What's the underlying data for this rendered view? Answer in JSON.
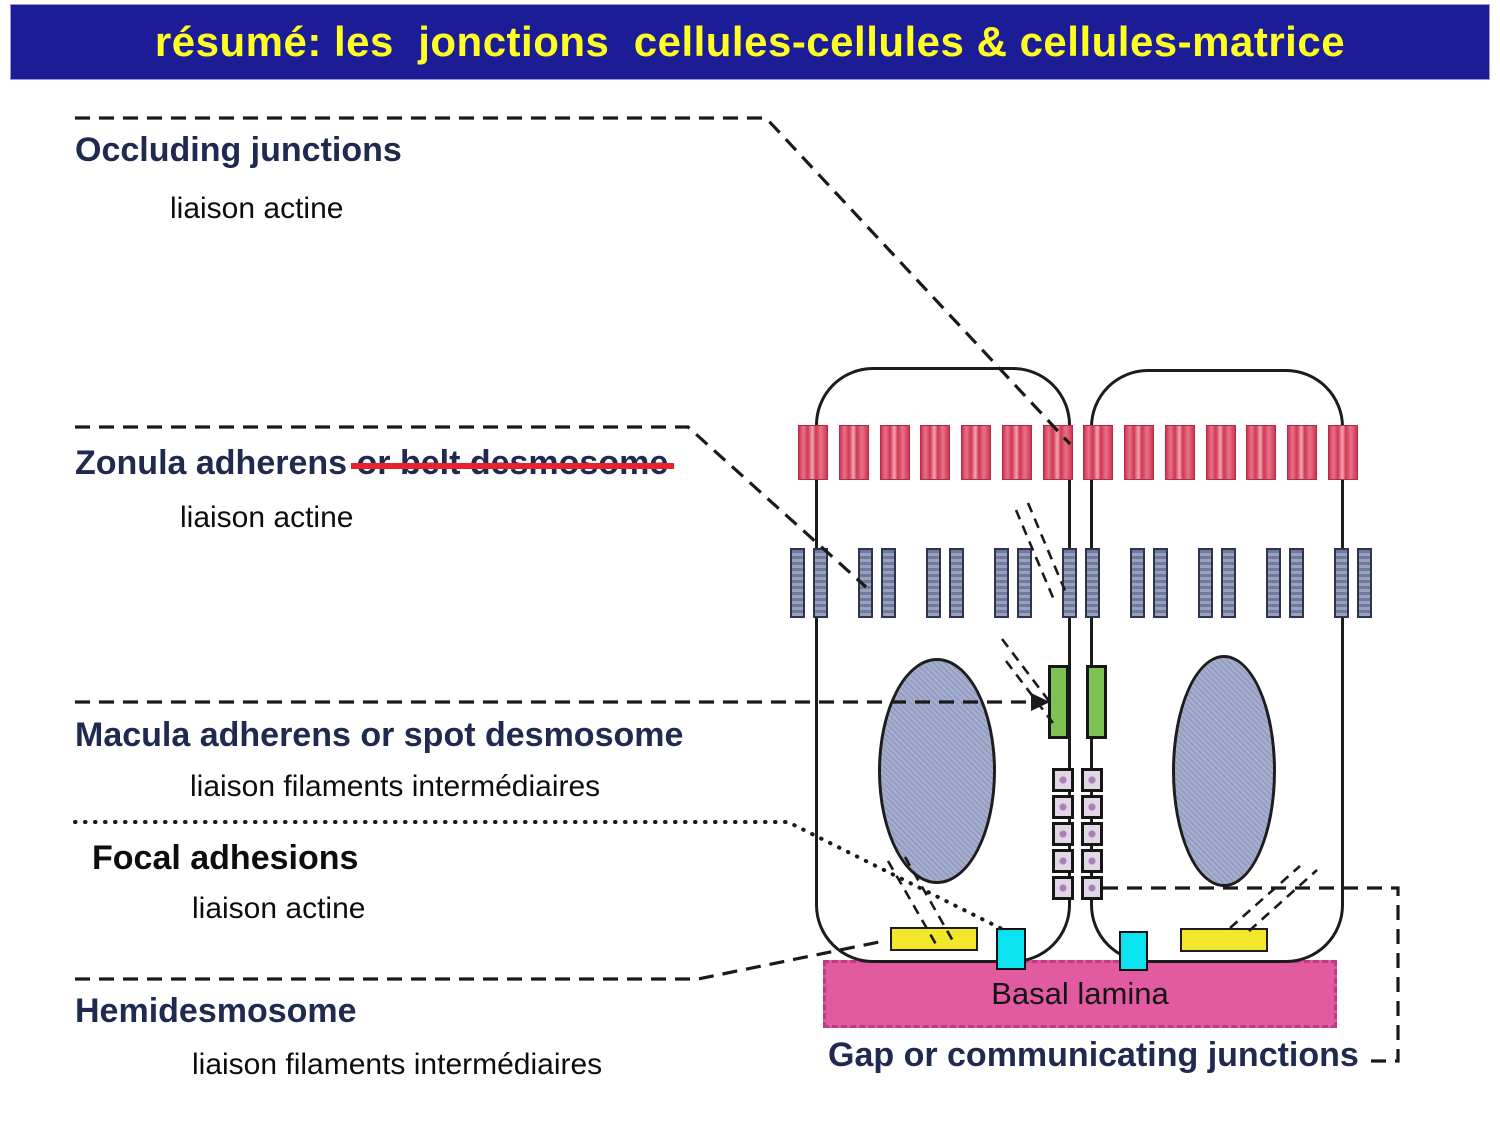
{
  "title": "résumé: les  jonctions  cellules-cellules & cellules-matrice",
  "labels": {
    "occluding": {
      "title": "Occluding junctions",
      "subtitle": "liaison actine"
    },
    "zonula": {
      "title_main": "Zonula adherens ",
      "title_struck": "or belt desmosome",
      "subtitle": "liaison actine"
    },
    "macula": {
      "title": "Macula adherens or spot desmosome",
      "subtitle": "liaison filaments intermédiaires"
    },
    "focal": {
      "title": "Focal adhesions",
      "subtitle": "liaison actine"
    },
    "hemidesmosome": {
      "title": "Hemidesmosome",
      "subtitle": "liaison filaments intermédiaires"
    },
    "gap": {
      "title": "Gap or communicating junctions"
    }
  },
  "diagram": {
    "basal_lamina_label": "Basal lamina",
    "colors": {
      "title_bar_bg": "#1c1c96",
      "title_text": "#ffff22",
      "label_navy": "#20294f",
      "strikethrough_red": "#e7232b",
      "occluding_junction_red": "#cf3750",
      "zonula_adherens_gray": "#8b95b2",
      "desmosome_green": "#7fc254",
      "nucleus_blue": "#9da7ca",
      "focal_adhesion_yellow": "#f2e72a",
      "hemidesmosome_cyan": "#0be4f0",
      "basal_lamina_pink": "#e25a9f"
    }
  }
}
